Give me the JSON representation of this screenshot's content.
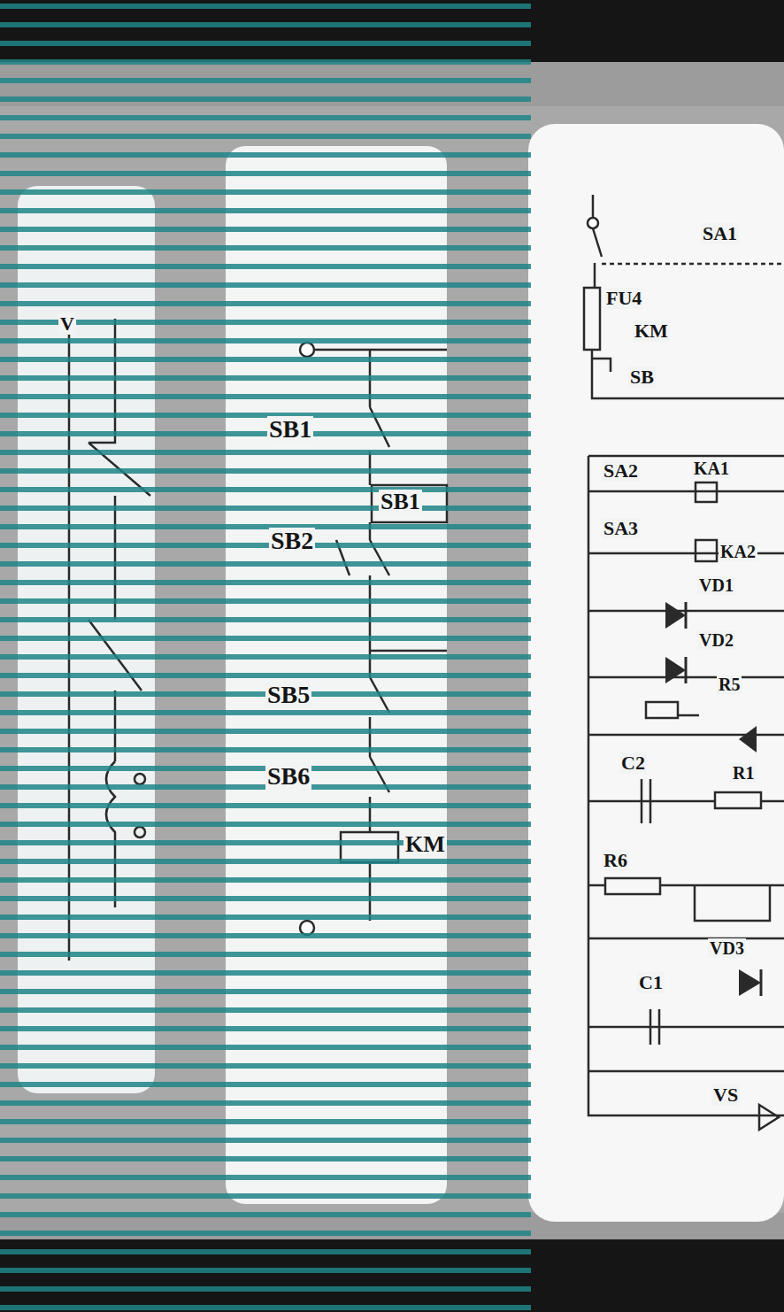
{
  "diagram": {
    "labels": [
      "V",
      "SB1",
      "SB1",
      "SB2",
      "SB5",
      "SB6",
      "KM",
      "SA1",
      "FU4",
      "KM",
      "SB",
      "SA2",
      "KA1",
      "SA3",
      "KA2",
      "VD1",
      "VD2",
      "R5",
      "C2",
      "R1",
      "R6",
      "VD3",
      "C1",
      "VS"
    ]
  }
}
